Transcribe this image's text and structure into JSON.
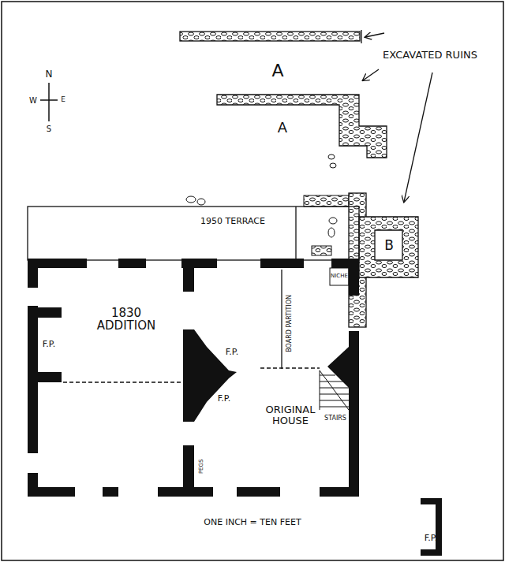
{
  "diagram": {
    "labels": [
      "N",
      "W",
      "E",
      "S",
      "EXCAVATED RUINS",
      "A",
      "A",
      "1950 TERRACE",
      "B",
      "1830 ADDITION",
      "F.P.",
      "F.P.",
      "F.P.",
      "BOARD PARTITION",
      "ORIGINAL HOUSE",
      "NICHE",
      "STAIRS",
      "PEGS",
      "ONE INCH = TEN FEET",
      "F.P."
    ]
  }
}
